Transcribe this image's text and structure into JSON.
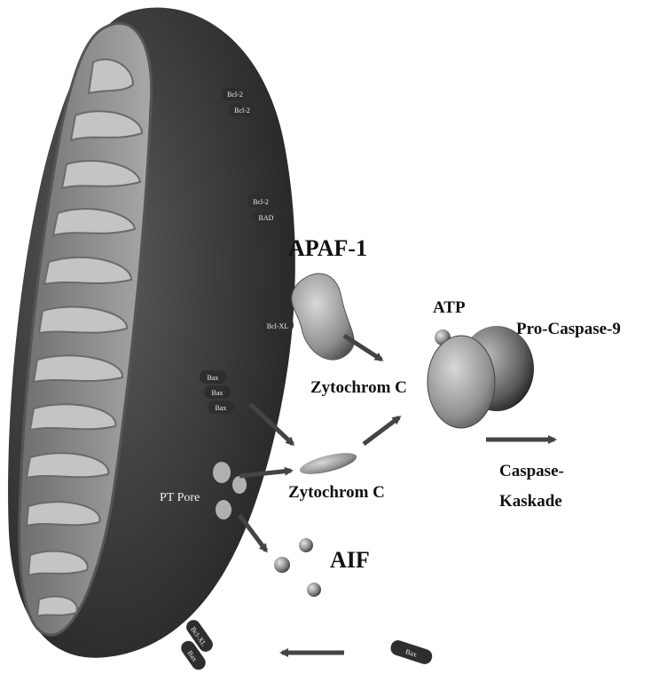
{
  "labels": {
    "apaf": "APAF-1",
    "atp": "ATP",
    "procaspase": "Pro-Caspase-9",
    "zytochrom1": "Zytochrom C",
    "zytochrom2": "Zytochrom C",
    "caspase_line1": "Caspase-",
    "caspase_line2": "Kaskade",
    "aif": "AIF",
    "pt_pore": "PT Pore"
  },
  "proteins": {
    "bcl2_a": "Bcl-2",
    "bcl2_b": "Bcl-2",
    "bcl2_c": "Bcl-2",
    "bad": "BAD",
    "bclxl_membrane": "Bcl-XL",
    "bax_1": "Bax",
    "bax_2": "Bax",
    "bax_3": "Bax",
    "bclxl_bottom": "Bcl-XL",
    "bax_bottom_pair": "Bax",
    "bax_free": "Bax"
  },
  "colors": {
    "mito_outer": "#3a3a3a",
    "mito_inner": "#8a8a8a",
    "cristae": "#b5b5b5",
    "arrow": "#4a4a4a",
    "protein_pill": "#2e2e2e",
    "sphere": "#9a9a9a"
  }
}
